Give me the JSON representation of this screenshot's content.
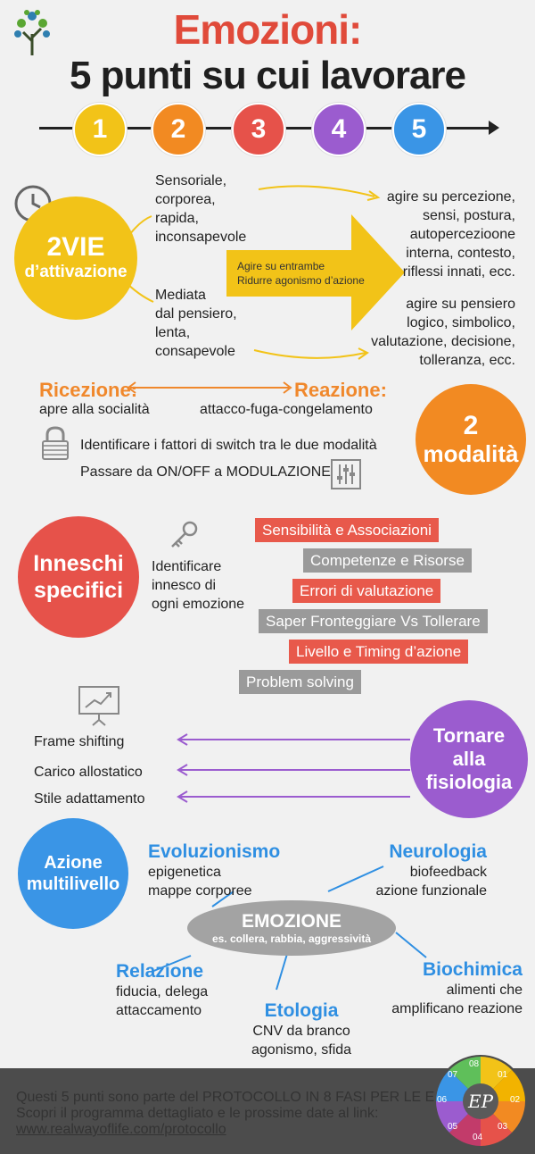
{
  "header": {
    "title_line1": "Emozioni:",
    "title_line2": "5 punti su cui lavorare",
    "numbers": [
      "1",
      "2",
      "3",
      "4",
      "5"
    ],
    "number_colors": [
      "#f2c318",
      "#f28a22",
      "#e6524a",
      "#9b5ccf",
      "#3a95e6"
    ]
  },
  "section1": {
    "circle_line1": "2VIE",
    "circle_line2": "d’attivazione",
    "path1": [
      "Sensoriale,",
      "corporea,",
      "rapida,",
      "inconsapevole"
    ],
    "path2": [
      "Mediata",
      "dal pensiero,",
      "lenta,",
      "consapevole"
    ],
    "arrow_text": [
      "Agire su entrambe",
      "Ridurre agonismo d’azione"
    ],
    "right1": [
      "agire su percezione,",
      "sensi, postura,",
      "autopercezioone",
      "interna, contesto,",
      "riflessi innati, ecc."
    ],
    "right2": [
      "agire su pensiero",
      "logico, simbolico,",
      "valutazione, decisione,",
      "tolleranza, ecc."
    ]
  },
  "section2": {
    "ricezione": "Ricezione:",
    "ricezione_sub": "apre alla socialità",
    "reazione": "Reazione:",
    "reazione_sub": "attacco-fuga-congelamento",
    "line1": "Identificare i fattori di switch tra le due modalità",
    "line2": "Passare da ON/OFF a MODULAZIONE",
    "circle_line1": "2",
    "circle_line2": "modalità"
  },
  "section3": {
    "circle_line1": "Inneschi",
    "circle_line2": "specifici",
    "text": [
      "Identificare",
      "innesco di",
      "ogni emozione"
    ],
    "pills": [
      {
        "label": "Sensibilità e Associazioni",
        "color": "red"
      },
      {
        "label": "Competenze e Risorse",
        "color": "gray"
      },
      {
        "label": "Errori di valutazione",
        "color": "red"
      },
      {
        "label": "Saper Fronteggiare Vs Tollerare",
        "color": "gray"
      },
      {
        "label": "Livello e Timing d’azione",
        "color": "red"
      },
      {
        "label": "Problem solving",
        "color": "gray"
      }
    ]
  },
  "section4": {
    "items": [
      "Frame shifting",
      "Carico allostatico",
      "Stile adattamento"
    ],
    "circle": [
      "Tornare",
      "alla",
      "fisiologia"
    ]
  },
  "section5": {
    "circle": [
      "Azione",
      "multilivello"
    ],
    "center_title": "EMOZIONE",
    "center_sub": "es. collera, rabbia, aggressività",
    "evoluzionismo": {
      "title": "Evoluzionismo",
      "lines": [
        "epigenetica",
        "mappe corporee"
      ]
    },
    "neurologia": {
      "title": "Neurologia",
      "lines": [
        "biofeedback",
        "azione funzionale"
      ]
    },
    "relazione": {
      "title": "Relazione",
      "lines": [
        "fiducia, delega",
        "attaccamento"
      ]
    },
    "etologia": {
      "title": "Etologia",
      "lines": [
        "CNV da branco",
        "agonismo, sfida"
      ]
    },
    "biochimica": {
      "title": "Biochimica",
      "lines": [
        "alimenti che",
        "amplificano reazione"
      ]
    }
  },
  "footer": {
    "line1": "Questi 5 punti sono parte del PROTOCOLLO IN 8  FASI PER LE EMOZIONI",
    "line2": "Scopri il programma dettagliato e le prossime date al link:",
    "link": "www.realwayoflife.com/protocollo",
    "logo_text": "EP",
    "logo_numbers": [
      "08",
      "01",
      "02",
      "03",
      "04",
      "05",
      "06",
      "07"
    ]
  }
}
